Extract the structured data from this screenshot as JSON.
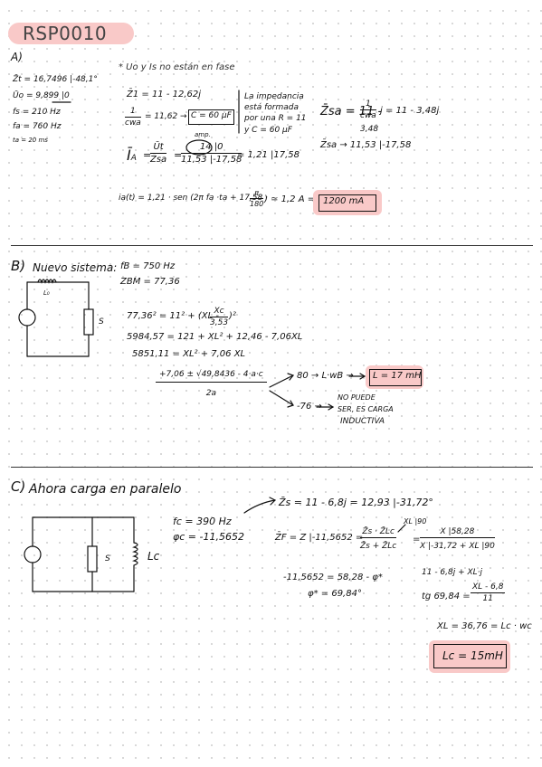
{
  "title": "RSP0010",
  "a": {
    "label": "A)",
    "note": "* Uo y Is no están en fase",
    "given": [
      "Z̄t = 16,7496 |-48,1°",
      "Ūo = 9,899 |0",
      "fs = 210 Hz",
      "fa = 760 Hz",
      "ta = 20 ms"
    ],
    "z1": "Z̄1 = 11 - 12,62j",
    "cap_frac": {
      "num": "1",
      "den": "cwa",
      "rest": "= 11,62 →"
    },
    "cap_box": "C = 60 µF",
    "impedance_note": [
      "La impedancia",
      "está formada",
      "por una R = 11",
      "y C = 60 µF"
    ],
    "isa_label": "Ī",
    "isa_sub": "A",
    "isa_frac1": {
      "num": "Ūt",
      "den": "Z̄sa"
    },
    "isa_frac2": {
      "num": "14 |0",
      "den": "11,53 |-17,58"
    },
    "isa_result": "= 1,21 |17,58",
    "amp_note": "amp.",
    "zsa_line1": "Z̄sa = 11 -",
    "zsa_frac": {
      "num": "1",
      "den": "cwa"
    },
    "zsa_rest": "j = 11 - 3,48j",
    "zsa_sub": "3,48",
    "zsa_line2": "Z̄sa → 11,53 |-17,58",
    "ia_line": "ia(t) = 1,21 · sen (2π fa ·ta + 17,58 ·",
    "ia_frac": {
      "num": "π",
      "den": "180"
    },
    "ia_tail": ") ≃ 1,2  A =",
    "ia_box": "1200 mA"
  },
  "b": {
    "label": "B)",
    "heading": "Nuevo sistema:",
    "fb": "fB = 750 Hz",
    "zbm": "ZBM = 77,36",
    "inductor_label": "L₀",
    "source_label": "S",
    "eq1_left": "77,36² = 11² + (XL -",
    "eq1_frac": {
      "num": "Xc",
      "den": "3,53"
    },
    "eq1_right": ")²",
    "eq2": "5984,57 = 121 + XL² + 12,46 - 7,06XL",
    "eq3": "5851,11 = XL² + 7,06 XL",
    "quad_num": "+7,06 ± √49,8436 - 4·a·c",
    "quad_den": "2a",
    "root1": "80 → L·wB →",
    "root1_box": "L = 17 mH",
    "root2": "-76 →",
    "root2_note": [
      "NO PUEDE",
      "SER, ES CARGA",
      "INDUCTIVA"
    ]
  },
  "c": {
    "label": "C)",
    "heading": "Ahora carga en paralelo",
    "source_label": "S",
    "inductor_label": "Lc",
    "fc": "fc = 390 Hz",
    "phic": "φc = -11,5652",
    "zs": "Z̄s = 11 - 6,8j = 12,93 |-31,72°",
    "xl_note": "XL |90",
    "zf_left": "Z̄F = Z |-11,5652 =",
    "zf_frac1": {
      "num": "Z̄s · Z̄Lc",
      "den": "Z̄s + Z̄Lc"
    },
    "zf_frac2": {
      "num": "X |58,28",
      "den": "X |-31,72 + XL |90"
    },
    "denom_expand": "11 - 6,8j + XL·j",
    "phase_eq1": "-11,5652 = 58,28 - φ*",
    "phase_eq2": "φ* = 69,84°",
    "tg_left": "tg 69,84 =",
    "tg_frac": {
      "num": "XL - 6,8",
      "den": "11"
    },
    "xl_eq": "XL = 36,76 = Lc · wc",
    "final_box": "Lc = 15mH"
  }
}
